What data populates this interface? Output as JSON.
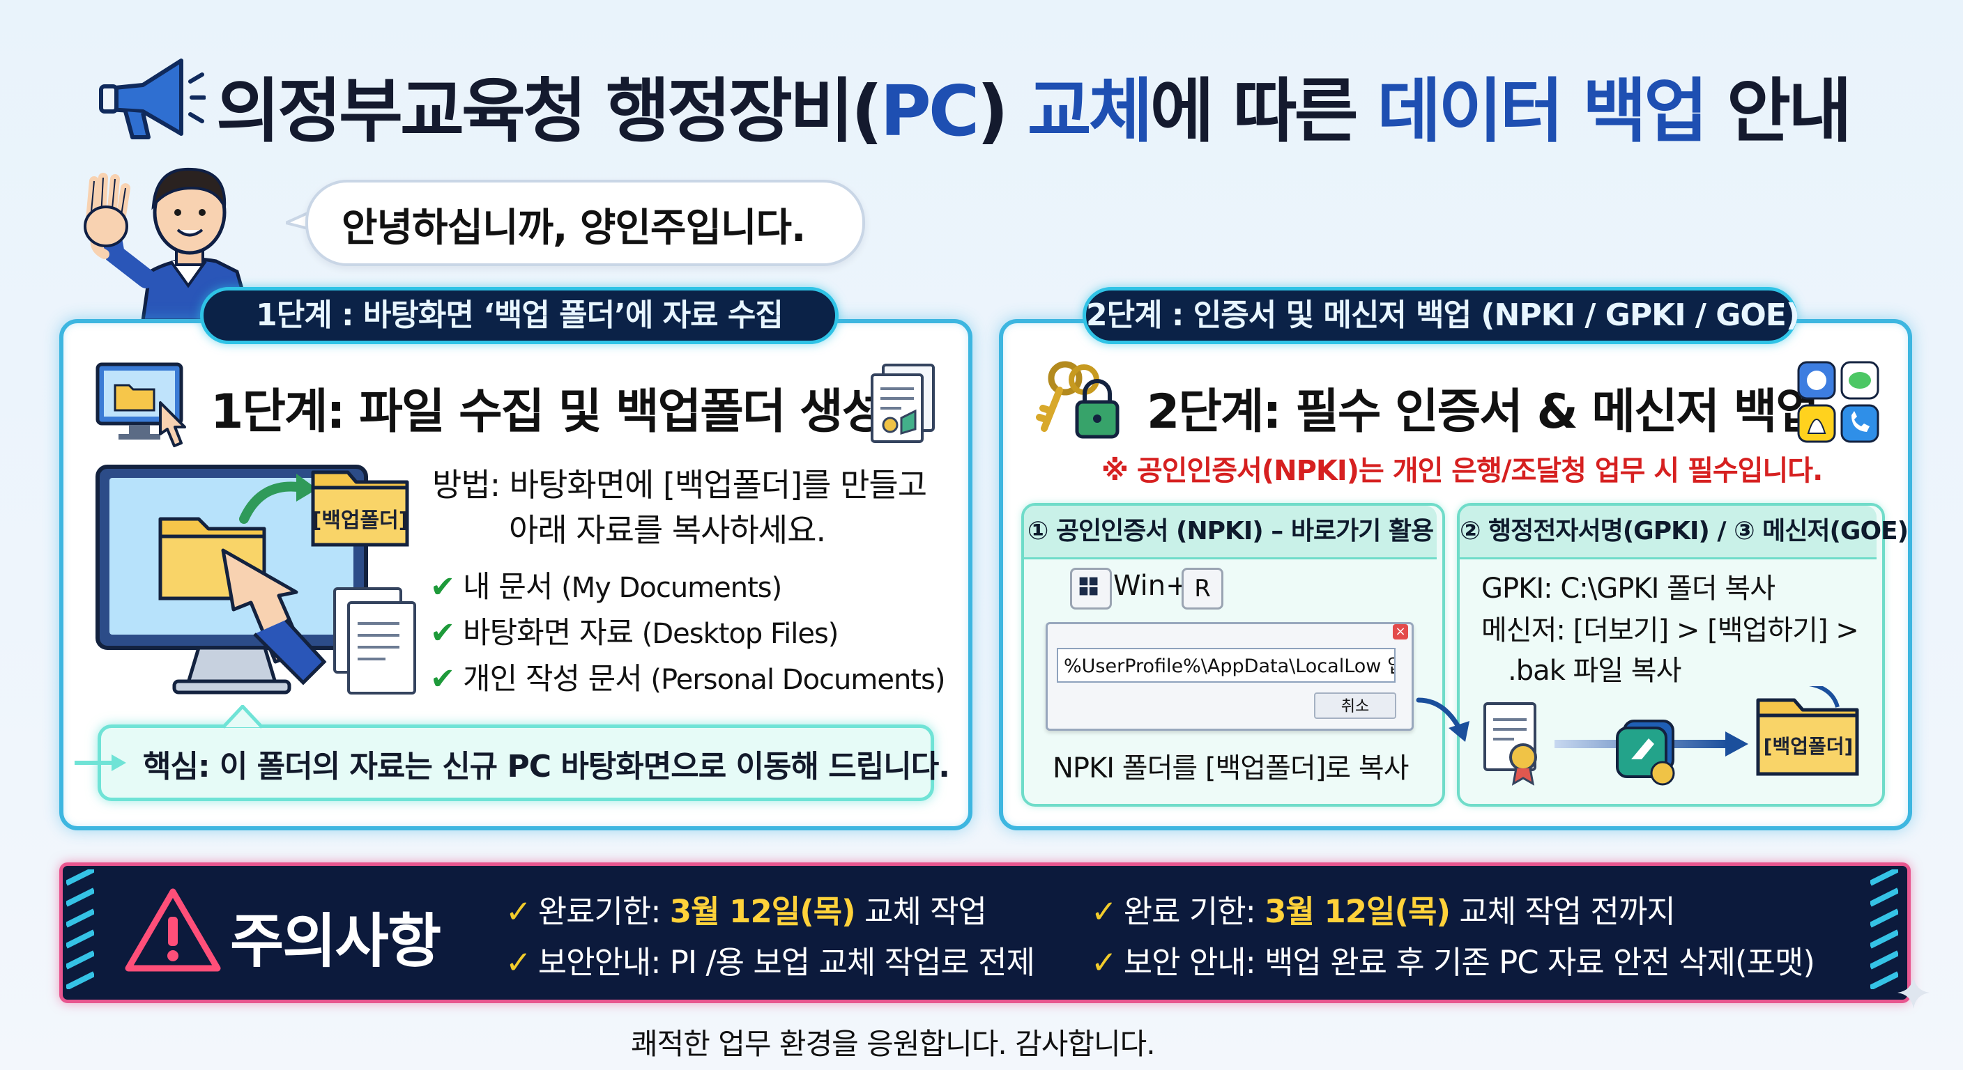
{
  "title": {
    "part1": "의정부교육청 행정장비(",
    "part2": "PC",
    "part3": ") ",
    "part4": "교체",
    "part5": "에 따른 ",
    "part6": "데이터 백업",
    "part7": " 안내"
  },
  "greeting": "안녕하십니까, 양인주입니다.",
  "step1": {
    "tag": "1단계 : 바탕화면 ‘백업 폴더’에 자료 수집",
    "title": "1단계: 파일 수집 및 백업폴더 생성",
    "folder_label": "[백업폴더]",
    "method_line1": "방법: 바탕화면에 [백업폴더]를 만들고",
    "method_line2": "아래 자료를 복사하세요.",
    "check_mark": "✔",
    "items": [
      {
        "ko": "내 문서",
        "en": "(My Documents)"
      },
      {
        "ko": "바탕화면 자료",
        "en": "(Desktop Files)"
      },
      {
        "ko": "개인 작성 문서",
        "en": "(Personal Documents)"
      }
    ],
    "core": "핵심: 이 폴더의 자료는 신규 PC 바탕화면으로 이동해 드립니다."
  },
  "step2": {
    "tag": "2단계 : 인증서 및 메신저 백업 (NPKI / GPKI / GOE)",
    "title": "2단계: 필수 인증서 & 메신저 백업",
    "warning": "※ 공인인증서(NPKI)는 개인 은행/조달청 업무 시 필수입니다.",
    "sub1": {
      "header": "① 공인인증서 (NPKI) – 바로가기 활용",
      "win_label": "Win+",
      "r_key": "R",
      "run_input": "%UserProfile%\\AppData\\LocalLow 입력",
      "cancel_button": "취소",
      "close_symbol": "×",
      "copy_text": "NPKI 폴더를 [백업폴더]로 복사"
    },
    "sub2": {
      "header": "② 행정전자서명(GPKI) / ③ 메신저(GOE)",
      "gpki": "GPKI: C:\\GPKI 폴더 복사",
      "messenger_line1": "메신저: [더보기] > [백업하기] >",
      "messenger_line2": ".bak 파일 복사",
      "dest_folder": "[백업폴더]"
    }
  },
  "caution": {
    "title": "주의사항",
    "check_mark": "✓",
    "items": [
      {
        "prefix": "완료기한: ",
        "deadline": "3월 12일(목)",
        "suffix": " 교체 작업"
      },
      {
        "prefix": "보안안내: PI /용 보업 교체 작업로 전제",
        "deadline": "",
        "suffix": ""
      },
      {
        "prefix": "완료 기한: ",
        "deadline": "3월 12일(목)",
        "suffix": " 교체 작업 전까지"
      },
      {
        "prefix": "보안 안내: 백업 완료 후 기존 PC 자료 안전 삭제(포맷)",
        "deadline": "",
        "suffix": ""
      }
    ]
  },
  "footer": "쾌적한 업무 환경을 응원합니다. 감사합니다.",
  "colors": {
    "accent_blue": "#1e4fb2",
    "panel_border": "#3db6e0",
    "warning_red": "#d62020",
    "deadline_yellow": "#ffd23a",
    "bar_bg": "#0c1a3c",
    "bar_border": "#e8568f"
  },
  "icons": [
    "megaphone-icon",
    "person-illustration",
    "click-computer-icon",
    "document-icon",
    "monitor-illustration",
    "keys-lock-icon",
    "messenger-apps-icon",
    "windows-key-icon",
    "certificate-icon",
    "app-tile-icon",
    "folder-icon",
    "warning-triangle-icon",
    "sparkle-icon"
  ]
}
